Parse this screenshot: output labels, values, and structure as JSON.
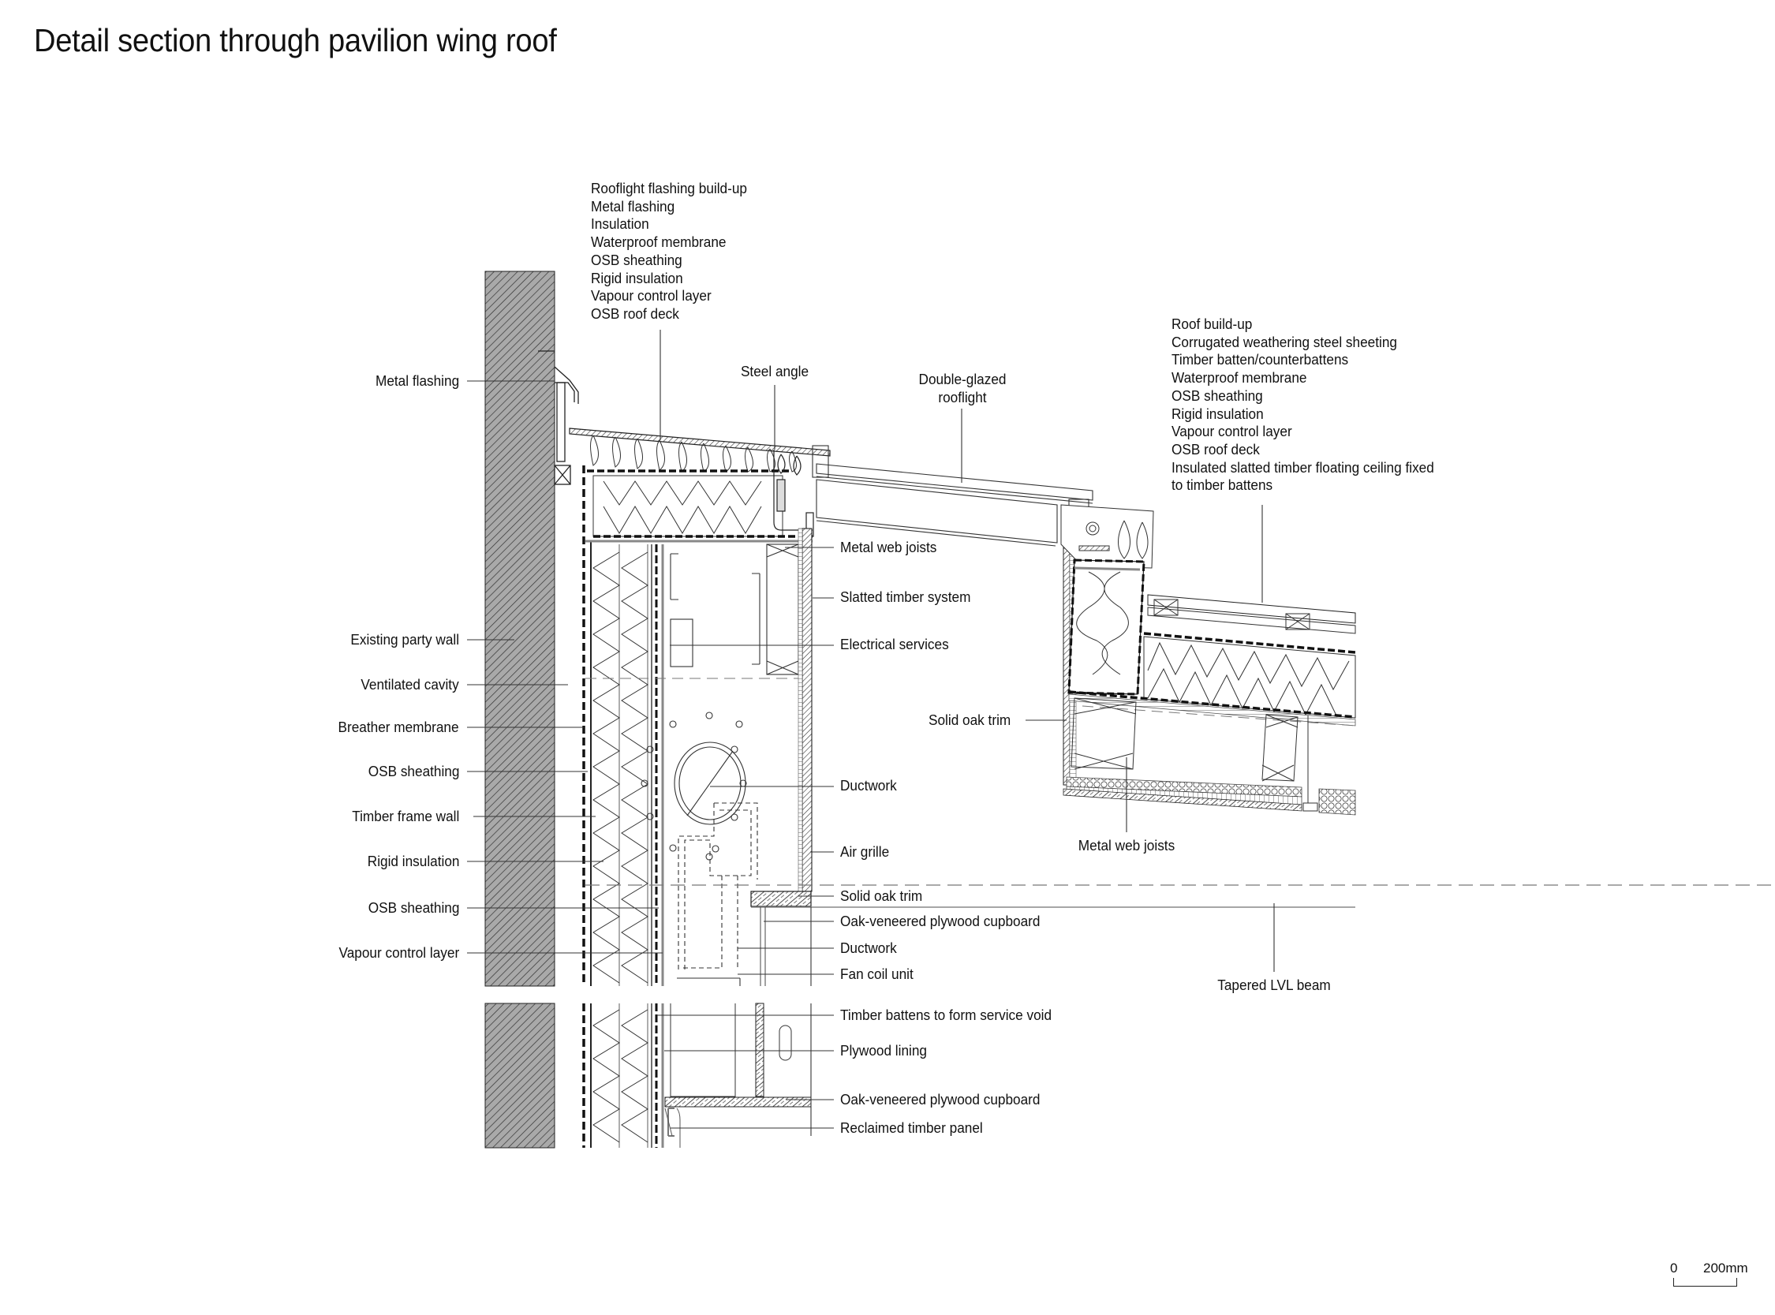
{
  "title": "Detail section through pavilion wing roof",
  "labels": {
    "rooflight_flashing_buildup": [
      "Rooflight flashing build-up",
      "Metal flashing",
      "Insulation",
      "Waterproof membrane",
      "OSB sheathing",
      "Rigid insulation",
      "Vapour control layer",
      "OSB roof deck"
    ],
    "roof_buildup": [
      "Roof build-up",
      "Corrugated weathering steel sheeting",
      "Timber batten/counterbattens",
      "Waterproof membrane",
      "OSB sheathing",
      "Rigid insulation",
      "Vapour control layer",
      "OSB roof deck",
      "Insulated slatted timber floating ceiling fixed",
      "to timber battens"
    ],
    "left": [
      "Metal flashing",
      "Existing party wall",
      "Ventilated cavity",
      "Breather membrane",
      "OSB sheathing",
      "Timber frame wall",
      "Rigid insulation",
      "OSB sheathing",
      "Vapour control layer"
    ],
    "right": [
      "Metal web joists",
      "Slatted timber system",
      "Electrical services",
      "Ductwork",
      "Air grille",
      "Solid oak trim",
      "Oak-veneered plywood cupboard",
      "Ductwork",
      "Fan coil unit",
      "Timber battens to form service void",
      "Plywood lining",
      "Oak-veneered plywood cupboard",
      "Reclaimed timber panel"
    ],
    "steel_angle": "Steel angle",
    "rooflight": [
      "Double-glazed",
      "rooflight"
    ],
    "solid_oak_trim_mid": "Solid oak trim",
    "metal_web_joists_lower": "Metal web joists",
    "tapered_lvl_beam": "Tapered LVL beam"
  },
  "scale_bar": {
    "start": "0",
    "end": "200mm"
  }
}
